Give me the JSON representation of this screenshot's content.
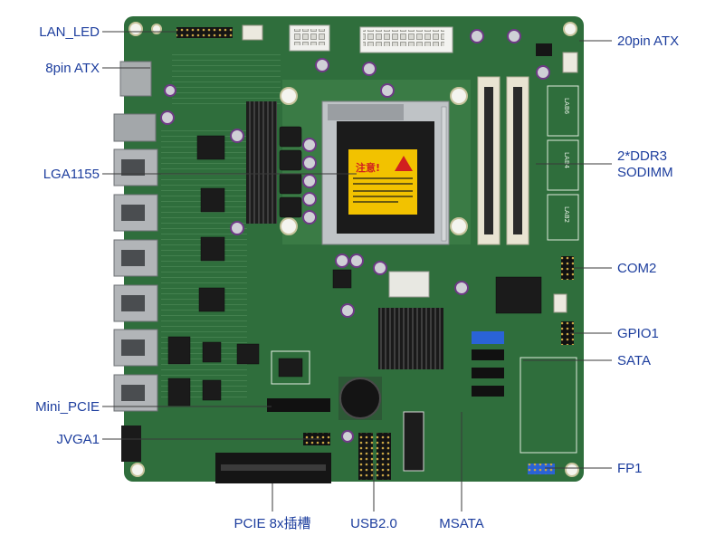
{
  "callouts": {
    "lan_led": "LAN_LED",
    "atx8": "8pin ATX",
    "lga1155": "LGA1155",
    "mini_pcie": "Mini_PCIE",
    "jvga1": "JVGA1",
    "pcie": "PCIE 8x插槽",
    "usb": "USB2.0",
    "msata": "MSATA",
    "fp1": "FP1",
    "sata": "SATA",
    "gpio1": "GPIO1",
    "com2": "COM2",
    "ddr3_line1": "2*DDR3",
    "ddr3_line2": "SODIMM",
    "atx20": "20pin ATX"
  },
  "board_text": {
    "warning": "注意!",
    "lab6": "LAB6",
    "lab4": "LAB4",
    "lab2": "LAB2"
  },
  "colors": {
    "label": "#1d3e9e",
    "pcb": "#2f6e3c",
    "sata_port": "#2a63d6",
    "warning_sticker": "#f2c200"
  }
}
